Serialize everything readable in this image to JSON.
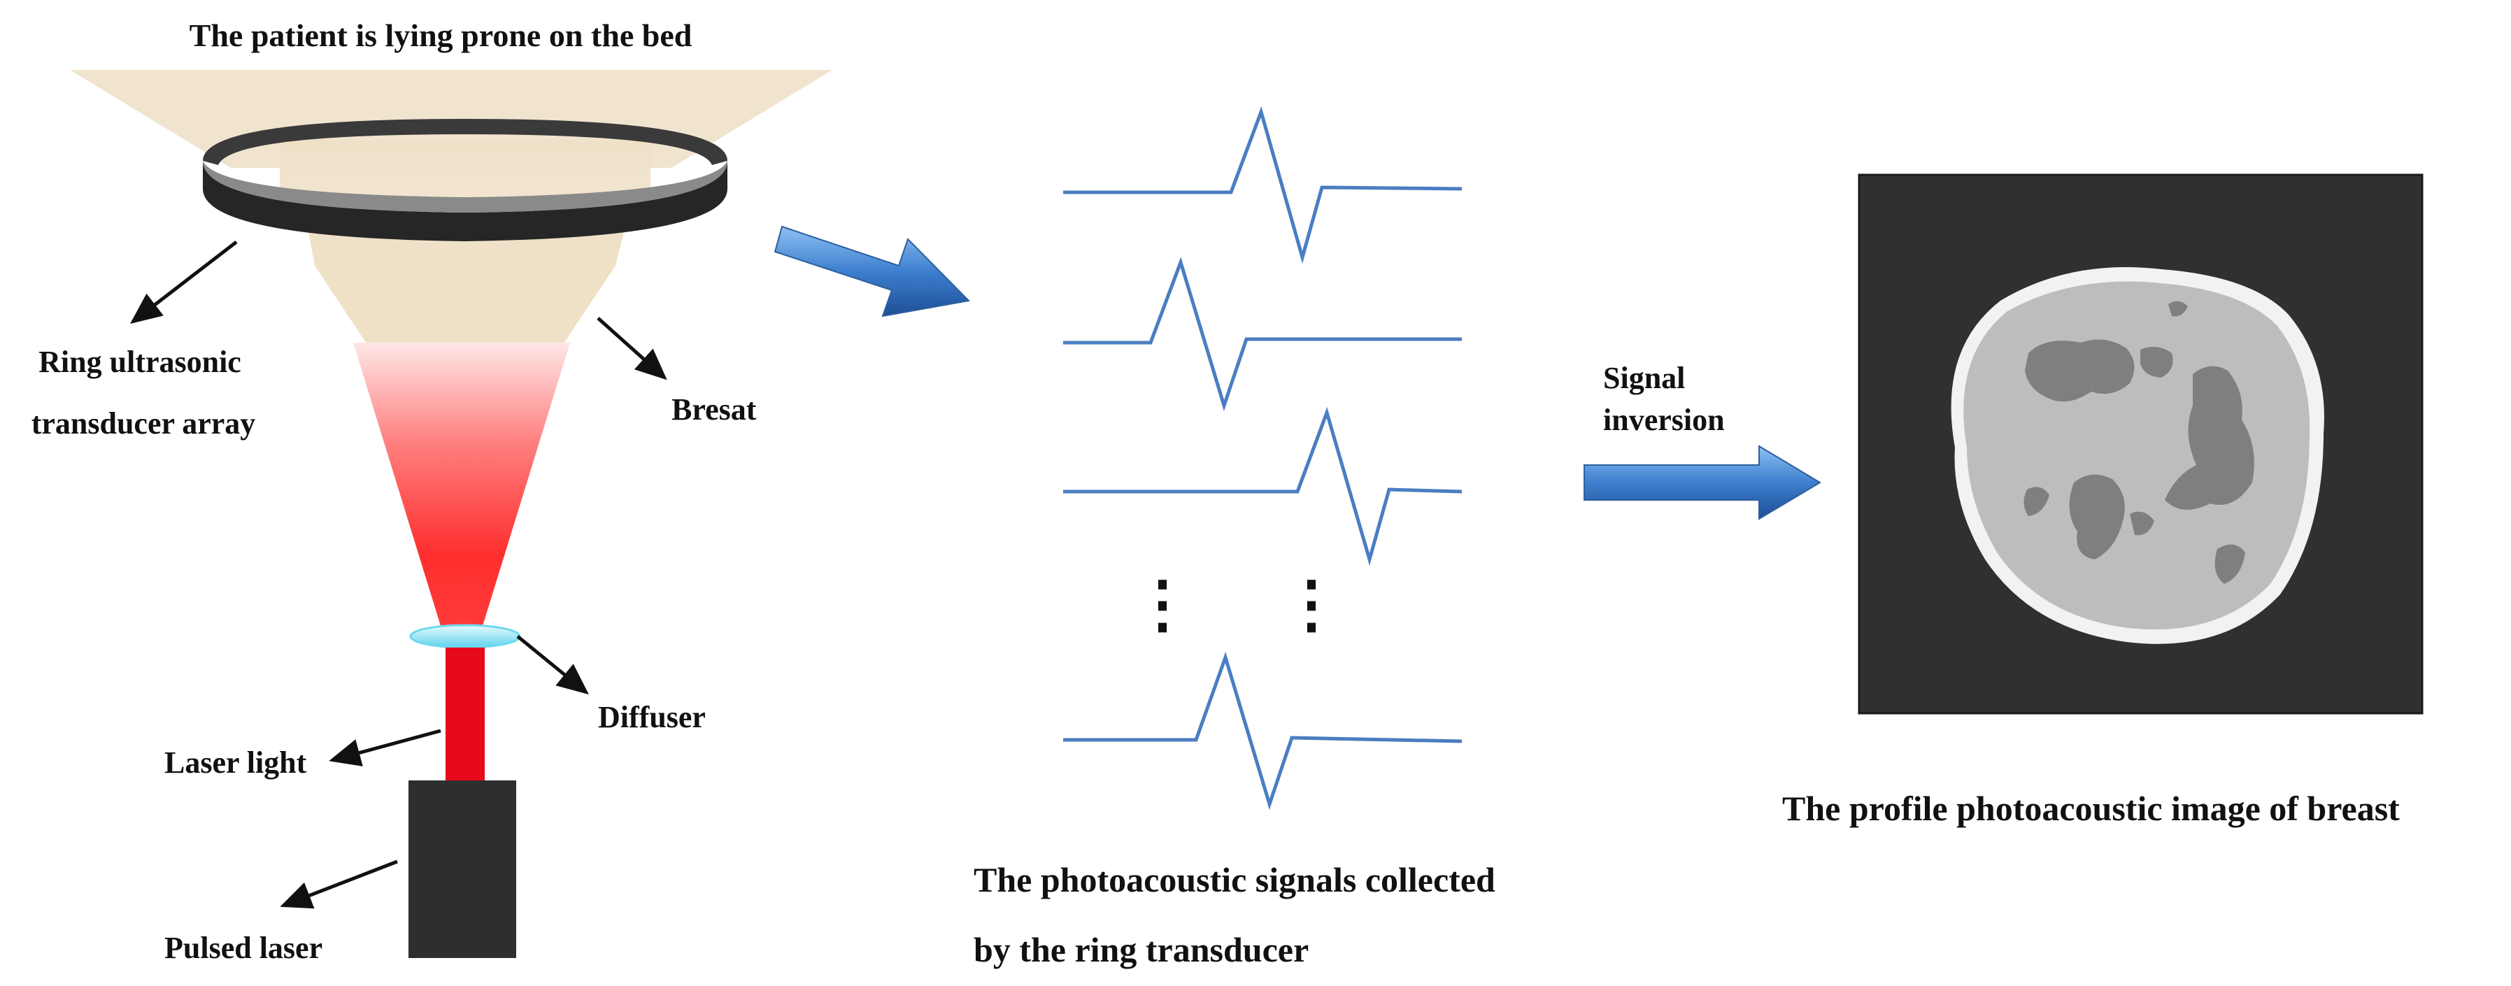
{
  "labels": {
    "patient": "The patient is lying prone on the bed",
    "ring_line1": "Ring ultrasonic",
    "ring_line2": "transducer array",
    "breast": "Bresat",
    "diffuser": "Diffuser",
    "laser_light": "Laser light",
    "pulsed_laser": "Pulsed laser",
    "signals_line1": "The photoacoustic signals collected",
    "signals_line2": "by the ring transducer",
    "inversion_line1": "Signal",
    "inversion_line2": "inversion",
    "image_caption": "The profile photoacoustic image of breast"
  },
  "colors": {
    "bed": "#f0e4cf",
    "breast": "#efe1c8",
    "laser_red": "#e8091a",
    "ring_dark": "#2b2b2b",
    "diffuser": "#9fe6f2",
    "signal_line": "#4a7ec2",
    "arrow_blue": "#3d7fcf",
    "image_bg": "#303030",
    "tissue_light": "#bdbdbd",
    "tissue_dark": "#7f7f7f"
  },
  "signals": {
    "count_drawn": 4,
    "ellipsis": "⋮"
  }
}
